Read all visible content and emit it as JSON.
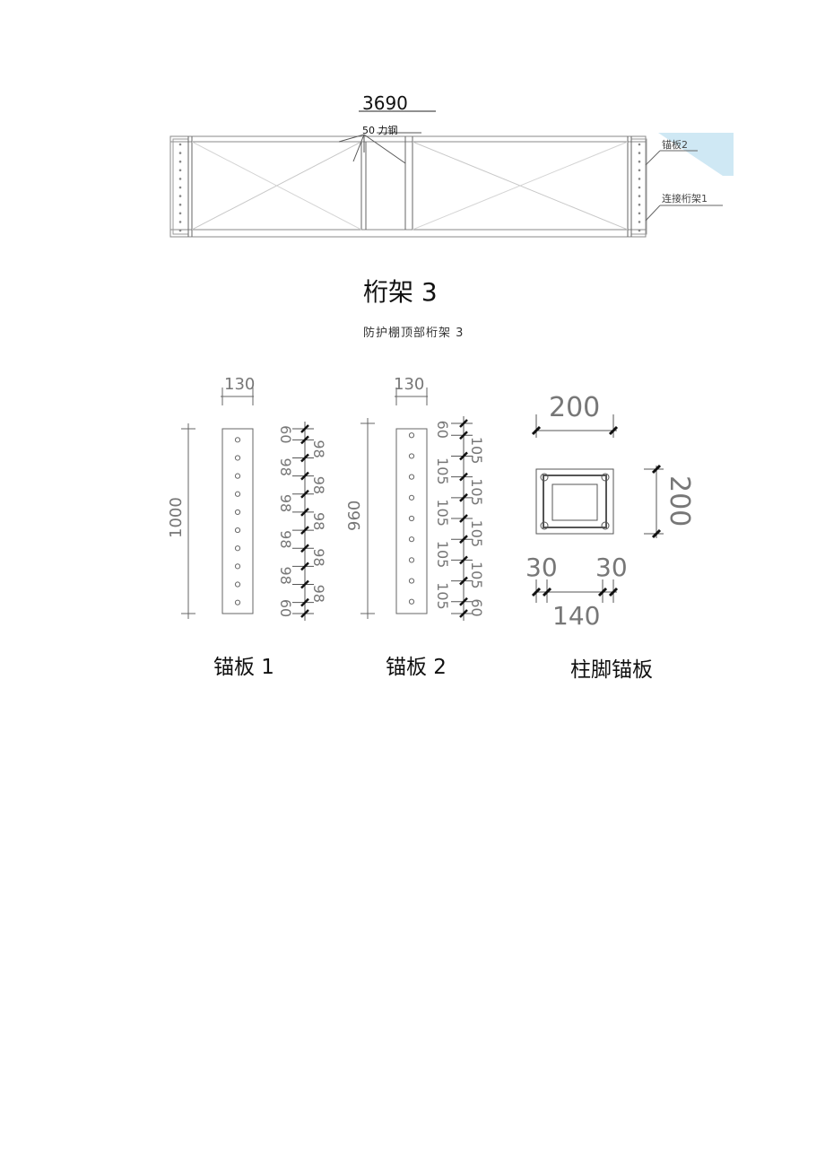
{
  "truss": {
    "length_dim": "3690",
    "steel_label": "50 力钢",
    "callout_plate2": "锚板2",
    "callout_connect": "连接桁架1",
    "title": "桁架 3",
    "subtitle": "防护棚顶部桁架 3"
  },
  "plate1": {
    "width_dim": "130",
    "height_dim": "1000",
    "spacings": [
      "60",
      "98",
      "98",
      "98",
      "98",
      "98",
      "98",
      "98",
      "98",
      "98",
      "60"
    ],
    "caption": "锚板 1"
  },
  "plate2": {
    "width_dim": "130",
    "height_dim": "960",
    "spacings": [
      "60",
      "105",
      "105",
      "105",
      "105",
      "105",
      "105",
      "105",
      "105",
      "60"
    ],
    "caption": "锚板 2"
  },
  "base_plate": {
    "width_dim": "200",
    "height_dim": "200",
    "edge_left": "30",
    "edge_right": "30",
    "inner_dim": "140",
    "caption": "柱脚锚板"
  }
}
